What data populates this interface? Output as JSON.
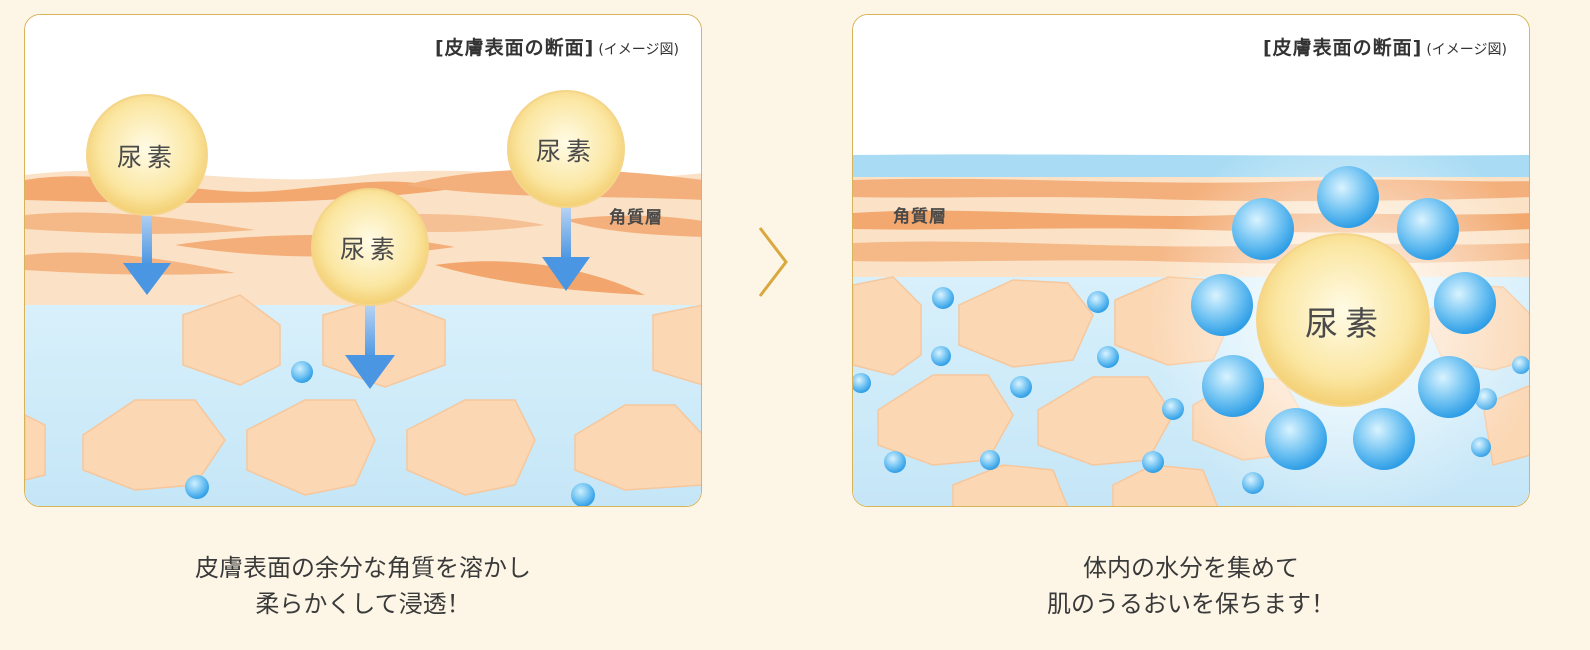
{
  "panels": [
    {
      "title": "[皮膚表面の断面]",
      "title_note": "(イメージ図)",
      "layer_label": "角質層",
      "orb_label": "尿素",
      "caption_line1": "皮膚表面の余分な角質を溶かし",
      "caption_line2": "柔らかくして浸透！"
    },
    {
      "title": "[皮膚表面の断面]",
      "title_note": "(イメージ図)",
      "layer_label": "角質層",
      "orb_label": "尿素",
      "caption_line1": "体内の水分を集めて",
      "caption_line2": "肌のうるおいを保ちます！"
    }
  ],
  "icons": {
    "next_step": "chevron-right-icon",
    "flow_arrow": "arrow-down-icon"
  },
  "colors": {
    "accent_gold": "#d7b35a",
    "skin_orange": "#f2ab74",
    "dermis_blue": "#cdeaf8",
    "water_drop": "#5ab6ee",
    "urea_orb": "#fbe9a8"
  }
}
